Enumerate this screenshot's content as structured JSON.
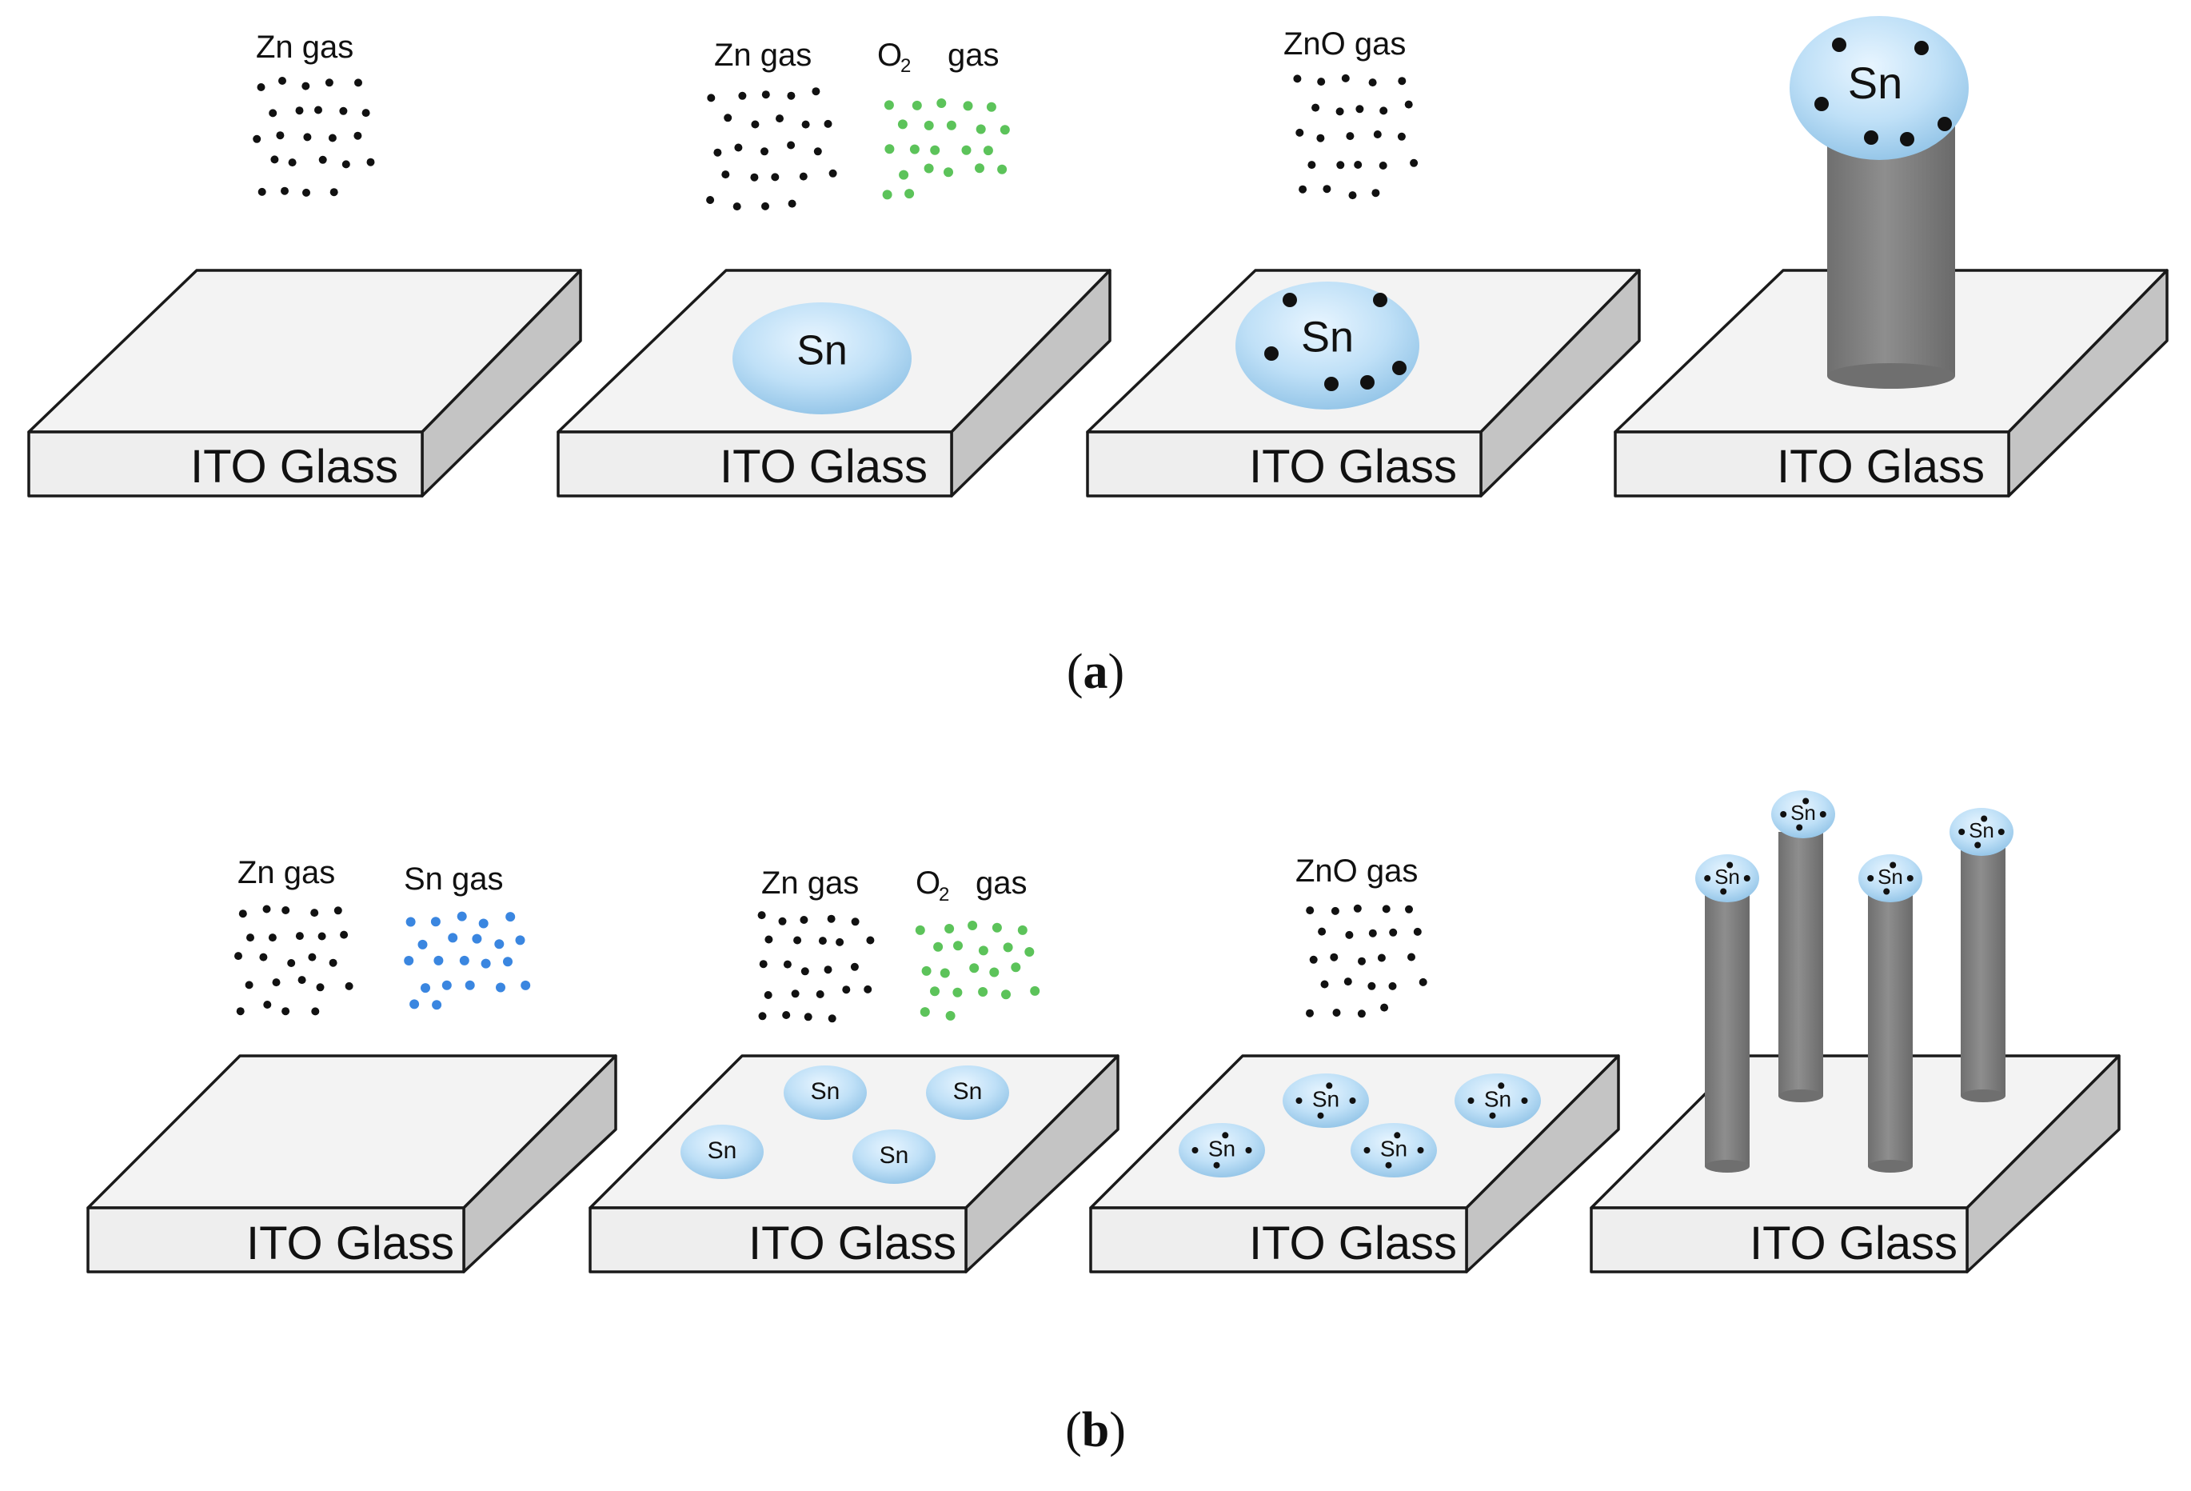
{
  "colors": {
    "zn_particle": "#111111",
    "o2_particle": "#5cc35a",
    "sn_particle": "#3a86e0",
    "sn_droplet": "#bfe0f7",
    "nanorod": "#808080"
  },
  "substrate_label": "ITO Glass",
  "droplet_label": "Sn",
  "panel_a": {
    "caption_open": "(",
    "caption_letter": "a",
    "caption_close": ")",
    "stages": [
      {
        "gases": [
          {
            "label": "Zn gas"
          }
        ]
      },
      {
        "gases": [
          {
            "label": "Zn gas"
          },
          {
            "label": "O",
            "subscript": "2",
            "suffix": "gas"
          }
        ]
      },
      {
        "gases": [
          {
            "label": "ZnO gas"
          }
        ]
      },
      {
        "gases": []
      }
    ]
  },
  "panel_b": {
    "caption_open": "(",
    "caption_letter": "b",
    "caption_close": ")",
    "stages": [
      {
        "gases": [
          {
            "label": "Zn gas"
          },
          {
            "label": "Sn  gas"
          }
        ]
      },
      {
        "gases": [
          {
            "label": "Zn gas"
          },
          {
            "label": "O",
            "subscript": "2",
            "suffix": "gas"
          }
        ]
      },
      {
        "gases": [
          {
            "label": "ZnO gas"
          }
        ]
      },
      {
        "gases": []
      }
    ]
  }
}
